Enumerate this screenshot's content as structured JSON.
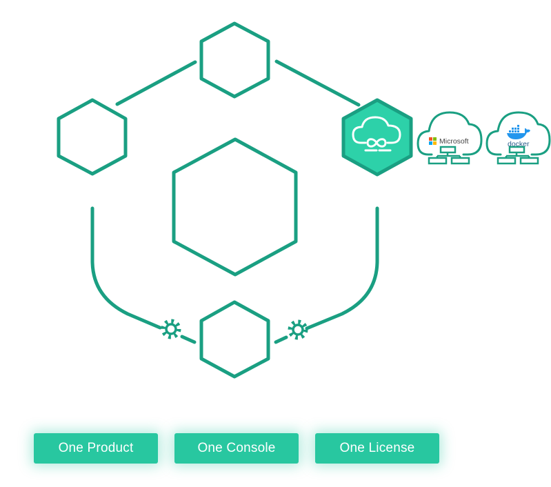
{
  "colors": {
    "stroke": "#1a9f82",
    "accent": "#2dd1a9",
    "button_bg": "#28c7a0",
    "white": "#ffffff"
  },
  "clouds": {
    "microsoft_label": "Microsoft",
    "docker_label": "docker"
  },
  "icons": {
    "hub_cloud": "cloud-infinity-icon",
    "gear": "gear-icon",
    "microsoft_logo": "microsoft-logo",
    "docker_logo": "docker-whale-logo"
  },
  "buttons": {
    "product": "One Product",
    "console": "One Console",
    "license": "One License"
  }
}
